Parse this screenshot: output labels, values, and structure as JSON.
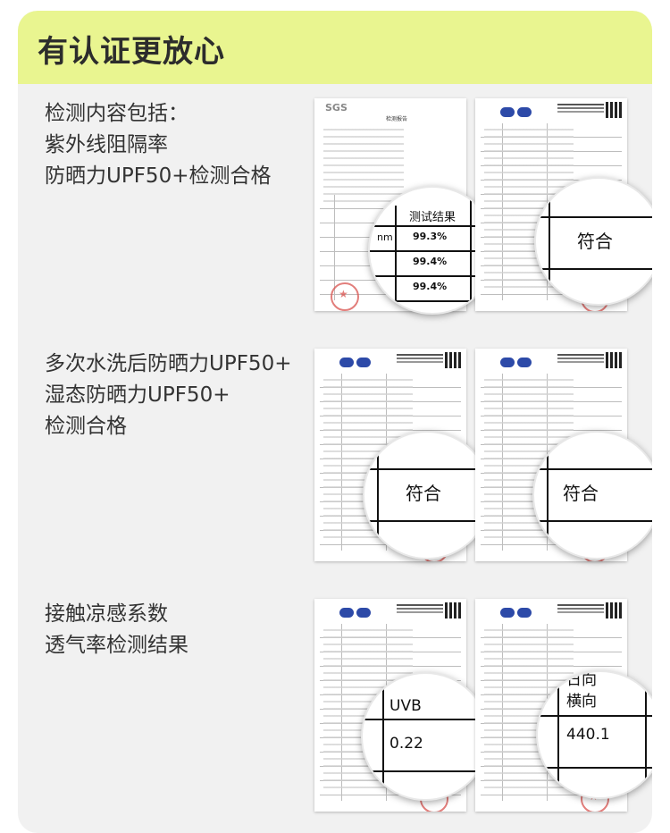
{
  "header": {
    "title": "有认证更放心"
  },
  "sections": [
    {
      "lines": [
        "检测内容包括：",
        "紫外线阻隔率",
        "防晒力UPF50+检测合格"
      ],
      "docs": [
        {
          "issuer_label": "SGS",
          "doc_title": "检测报告",
          "magnifier": {
            "header": "测试结果",
            "values": [
              "99.3%",
              "99.4%",
              "99.4%"
            ],
            "side": "nm"
          }
        },
        {
          "magnifier": {
            "text": "符合"
          }
        }
      ]
    },
    {
      "lines": [
        "多次水洗后防晒力UPF50+",
        "湿态防晒力UPF50+",
        "检测合格"
      ],
      "docs": [
        {
          "magnifier": {
            "text": "符合"
          }
        },
        {
          "magnifier": {
            "text": "符合"
          }
        }
      ]
    },
    {
      "lines": [
        "接触凉感系数",
        "透气率检测结果"
      ],
      "docs": [
        {
          "magnifier": {
            "label": "UVB",
            "value": "0.22"
          }
        },
        {
          "magnifier": {
            "label_top": "日向",
            "label": "横向",
            "value": "440.1"
          }
        }
      ]
    }
  ]
}
